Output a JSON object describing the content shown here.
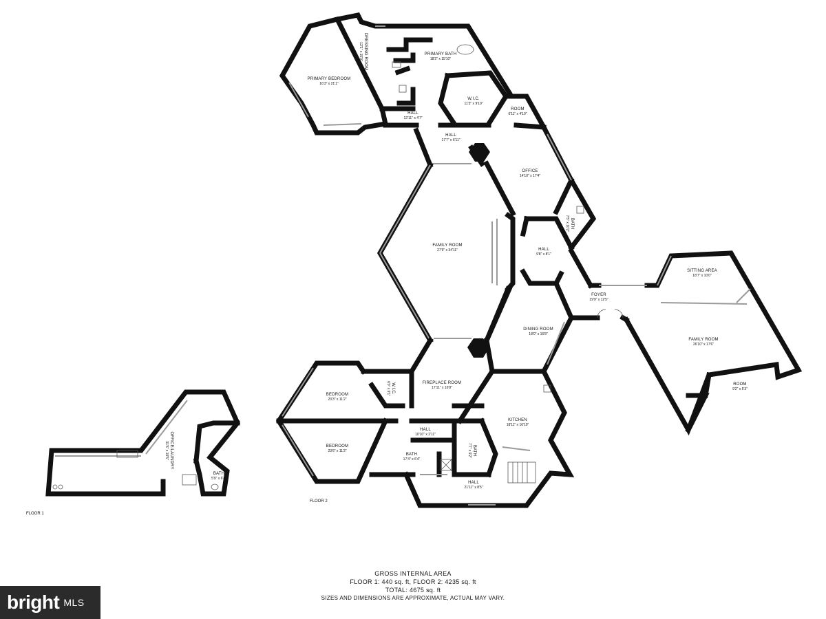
{
  "rooms": {
    "primary_bedroom": {
      "name": "PRIMARY BEDROOM",
      "dim": "16'3\" x 21'1\""
    },
    "dressing_room": {
      "name": "DRESSING ROOM",
      "dim": "12'1\" x 15'9\""
    },
    "primary_bath": {
      "name": "PRIMARY BATH",
      "dim": "18'2\" x 15'10\""
    },
    "wic_upper": {
      "name": "W.I.C.",
      "dim": "11'3\" x 9'10\""
    },
    "room_upper": {
      "name": "ROOM",
      "dim": "6'11\" x 4'10\""
    },
    "hall_upper_small": {
      "name": "HALL",
      "dim": "12'11\" x 4'7\""
    },
    "hall_upper": {
      "name": "HALL",
      "dim": "17'7\" x 6'11\""
    },
    "office": {
      "name": "OFFICE",
      "dim": "14'10\" x 17'4\""
    },
    "bath_office": {
      "name": "BATH",
      "dim": "7'5\" x 10'2\""
    },
    "family_room_main": {
      "name": "FAMILY ROOM",
      "dim": "27'9\" x 34'11\""
    },
    "hall_center": {
      "name": "HALL",
      "dim": "9'8\" x 8'1\""
    },
    "foyer": {
      "name": "FOYER",
      "dim": "19'9\" x 12'5\""
    },
    "sitting_area": {
      "name": "SITTING AREA",
      "dim": "18'7\" x 10'0\""
    },
    "family_room_east": {
      "name": "FAMILY ROOM",
      "dim": "26'10\" x 17'6\""
    },
    "room_east": {
      "name": "ROOM",
      "dim": "9'2\" x 5'3\""
    },
    "dining_room": {
      "name": "DINING ROOM",
      "dim": "18'0\" x 16'8\""
    },
    "fireplace_room": {
      "name": "FIREPLACE ROOM",
      "dim": "17'11\" x 16'8\""
    },
    "wic_lower": {
      "name": "W.I.C.",
      "dim": "6'0\" x 9'1\""
    },
    "bedroom_1": {
      "name": "BEDROOM",
      "dim": "23'3\" x 11'2\""
    },
    "bedroom_2": {
      "name": "BEDROOM",
      "dim": "23'6\" x 11'2\""
    },
    "hall_lower": {
      "name": "HALL",
      "dim": "10'10\" x 2'11\""
    },
    "bath_lower_small": {
      "name": "BATH",
      "dim": "17'4\" x 6'4\""
    },
    "bath_lower": {
      "name": "BATH",
      "dim": "7'7\" x 9'2\""
    },
    "kitchen": {
      "name": "KITCHEN",
      "dim": "18'11\" x 16'10\""
    },
    "hall_bottom": {
      "name": "HALL",
      "dim": "21'11\" x 8'5\""
    },
    "office_laundry": {
      "name": "OFFICE/LAUNDRY",
      "dim": "31'6\" x 19'5\""
    },
    "bath_floor1": {
      "name": "BATH",
      "dim": "5'9\" x 6'8\""
    }
  },
  "floor_labels": {
    "floor1": "FLOOR 1",
    "floor2": "FLOOR 2"
  },
  "area": {
    "heading": "GROSS INTERNAL AREA",
    "floors": "FLOOR 1: 440 sq. ft, FLOOR 2: 4235 sq. ft",
    "total": "TOTAL: 4675 sq. ft",
    "disclaimer": "SIZES AND DIMENSIONS ARE APPROXIMATE, ACTUAL MAY VARY."
  },
  "logo": {
    "brand": "bright",
    "suffix": "MLS"
  }
}
